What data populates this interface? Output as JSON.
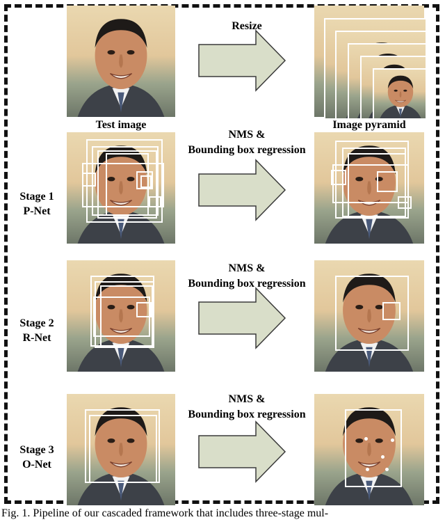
{
  "labels": {
    "resize": "Resize",
    "test_image": "Test image",
    "image_pyramid": "Image pyramid",
    "nms_1_line1": "NMS &",
    "nms_1_line2": "Bounding box regression",
    "nms_2_line1": "NMS &",
    "nms_2_line2": "Bounding box regression",
    "nms_3_line1": "NMS &",
    "nms_3_line2": "Bounding box regression"
  },
  "stages": [
    {
      "line1": "Stage 1",
      "line2": "P-Net"
    },
    {
      "line1": "Stage 2",
      "line2": "R-Net"
    },
    {
      "line1": "Stage 3",
      "line2": "O-Net"
    }
  ],
  "caption": "Fig. 1.  Pipeline of our cascaded framework that includes three-stage mul-",
  "colors": {
    "arrow_fill": "#d9dec9",
    "arrow_stroke": "#3a3a3a",
    "box": "#ffffff",
    "frame": "#111111"
  }
}
